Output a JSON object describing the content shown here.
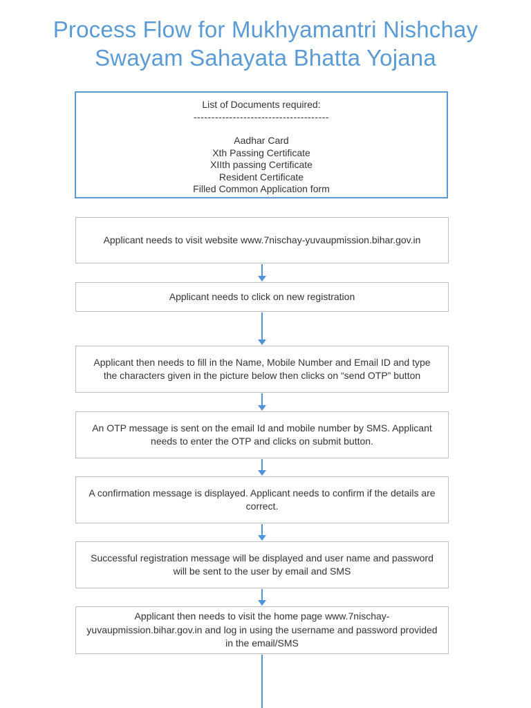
{
  "page": {
    "title_line1": "Process Flow for Mukhyamantri Nishchay",
    "title_line2": "Swayam Sahayata Bhatta Yojana"
  },
  "documents_box": {
    "heading": "List of Documents required:",
    "separator": "--------------------------------------",
    "items": [
      "Aadhar Card",
      "Xth Passing Certificate",
      "XIIth passing Certificate",
      "Resident Certificate",
      "Filled Common Application form"
    ]
  },
  "flow": {
    "steps": [
      "Applicant needs to visit website www.7nischay-yuvaupmission.bihar.gov.in",
      "Applicant needs to click on new registration",
      "Applicant then needs to fill in the Name, Mobile Number and Email ID and type the characters given in the picture below then clicks on “send OTP” button",
      "An OTP message is sent on the email Id and mobile number by SMS. Applicant needs to enter the OTP and clicks on submit button.",
      "A confirmation message is displayed. Applicant needs to confirm if the details are correct.",
      "Successful registration message will be displayed and user name and password will be sent to the user by email and SMS",
      "Applicant then needs to visit the home page www.7nischay-yuvaupmission.bihar.gov.in and log in using the username and password provided in the email/SMS"
    ]
  },
  "colors": {
    "accent_blue": "#5b9bd5",
    "arrow_blue": "#4f93d9",
    "box_border_gray": "#bfbfbf",
    "text": "#333333"
  }
}
